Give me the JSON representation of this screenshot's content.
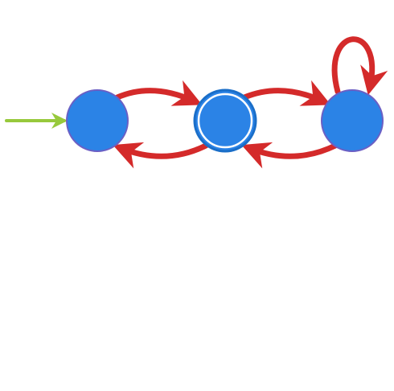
{
  "diagram": {
    "type": "state-machine",
    "states": [
      {
        "id": "s0",
        "initial": true,
        "accepting": false
      },
      {
        "id": "s1",
        "initial": false,
        "accepting": true
      },
      {
        "id": "s2",
        "initial": false,
        "accepting": false
      }
    ],
    "transitions": [
      {
        "from": "s0",
        "to": "s1"
      },
      {
        "from": "s1",
        "to": "s0"
      },
      {
        "from": "s1",
        "to": "s2"
      },
      {
        "from": "s2",
        "to": "s1"
      },
      {
        "from": "s2",
        "to": "s2"
      }
    ],
    "colors": {
      "background": "#ffffff",
      "state_fill": "#2b83e6",
      "state_stroke": "#6b5fc4",
      "accepting_stroke": "#1a6ec8",
      "accepting_inner_ring": "#ffffff",
      "transition": "#d42a2a",
      "initial_arrow": "#97c93c"
    }
  }
}
